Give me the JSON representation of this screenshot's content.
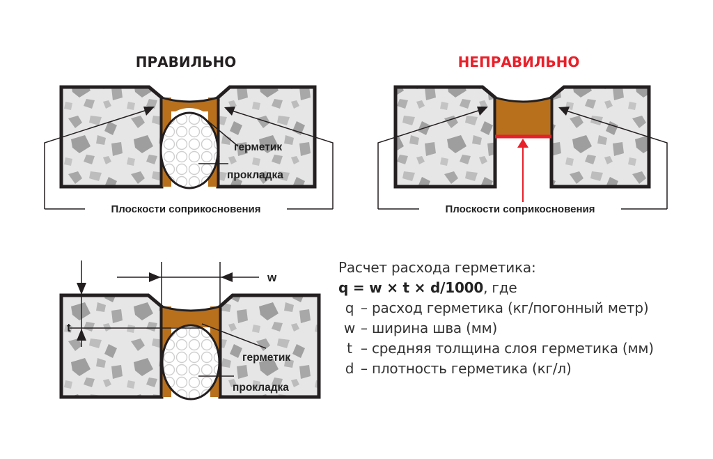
{
  "panels": {
    "correct": {
      "title": "ПРАВИЛЬНО",
      "label_sealant": "герметик",
      "label_backer": "прокладка",
      "label_contact": "Плоскости соприкосновения"
    },
    "wrong": {
      "title": "НЕПРАВИЛЬНО",
      "label_contact": "Плоскости соприкосновения"
    },
    "dimensioned": {
      "label_w": "w",
      "label_t": "t",
      "label_sealant": "герметик",
      "label_backer": "прокладка"
    }
  },
  "formula": {
    "heading": "Расчет расхода герметика:",
    "equation": "q = w × t × d/1000",
    "equation_suffix": ", где",
    "legend": [
      {
        "symbol": "q",
        "text": "–  расход герметика (кг/погонный метр)"
      },
      {
        "symbol": "w",
        "text": "–  ширина шва (мм)"
      },
      {
        "symbol": "t",
        "text": "–  средняя толщина слоя герметика (мм)"
      },
      {
        "symbol": "d",
        "text": "–  плотность герметика (кг/л)"
      }
    ]
  },
  "colors": {
    "concrete": "#e6e6e6",
    "aggregate": "#a7a7a7",
    "sealant": "#b8701c",
    "outline": "#231f20",
    "wrong_accent": "#e8202a",
    "text": "#333333"
  }
}
